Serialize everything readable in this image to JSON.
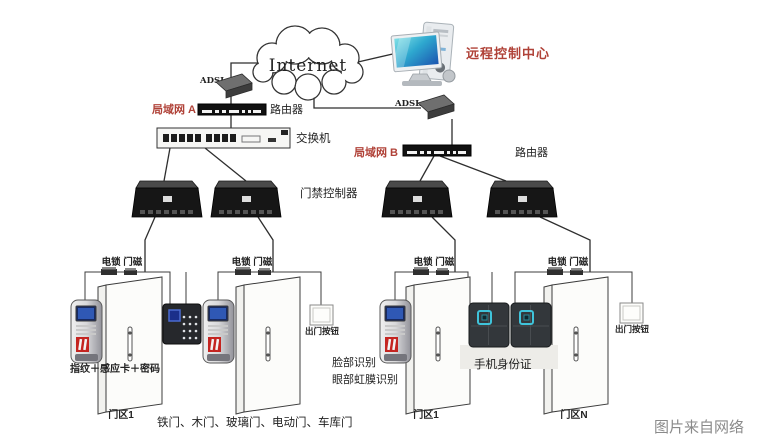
{
  "colors": {
    "accent_red": "#b04238",
    "credit_gray": "#8a8a8a",
    "screen_teal": "#3fc0d8",
    "screen_blue": "#1b66c0",
    "reader_cyan": "#3fc3da"
  },
  "topology": {
    "internet": "Internet",
    "adsl": "ADSL",
    "lan_a": "局域网 A",
    "lan_b": "局域网 B",
    "router": "路由器",
    "switch": "交换机",
    "access_controller": "门禁控制器",
    "remote_center": "远程控制中心"
  },
  "doors": {
    "lock_magnet": "电锁 门磁",
    "exit_button": "出门按钮",
    "auth_fingerprint": "指纹＋感应卡＋密码",
    "auth_face": "脸部识别",
    "auth_iris": "眼部虹膜识别",
    "auth_phone_id": "手机身份证",
    "zone_1": "门区1",
    "zone_n": "门区N",
    "door_types": "铁门、木门、玻璃门、电动门、车库门"
  },
  "footer": {
    "credit": "图片来自网络"
  }
}
